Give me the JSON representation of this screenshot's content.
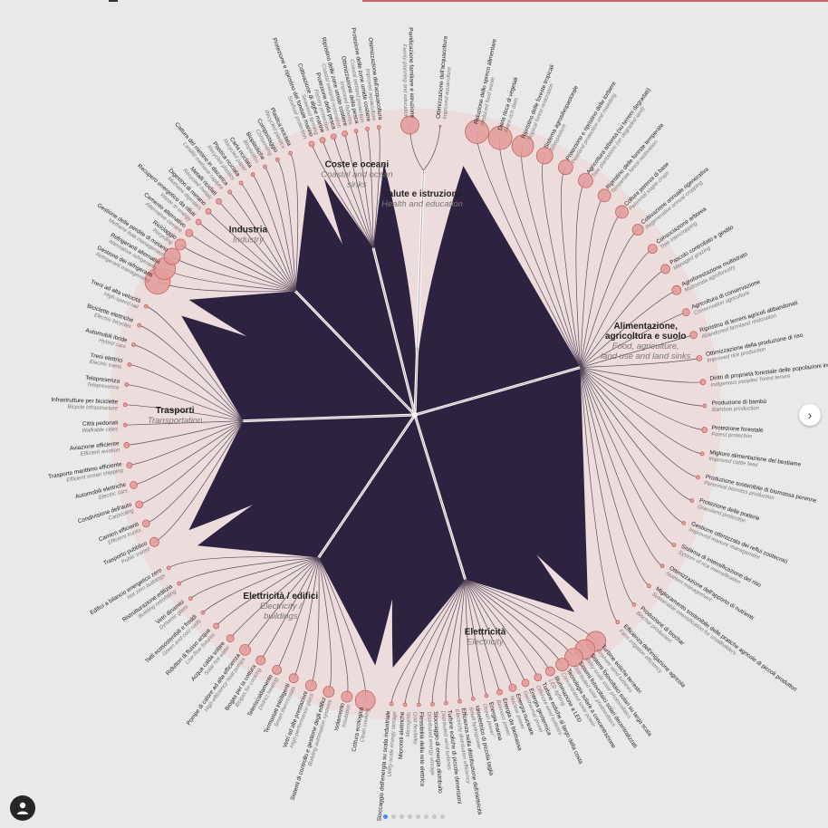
{
  "colors": {
    "background": "#e9e9e9",
    "ring": "#ecdcdc",
    "petal": "#2d2340",
    "node": "#e49a9a",
    "node_edge": "#c7645f",
    "label": "#222222",
    "label_en": "#777777",
    "nav_active": "#3d8bf0"
  },
  "carousel": {
    "arrow": "›",
    "dots_total": 8,
    "active_dot": 0
  },
  "sectors": [
    {
      "it": "Salute e istruzione",
      "en": "Health and education",
      "leaves": [
        {
          "it": "Pianificazione familiare e istruzione",
          "en": "Family planning and education",
          "r": 10
        },
        {
          "it": "Ottimizzazione dell'acquacoltura",
          "en": "Improved aquaculture",
          "r": 1
        }
      ]
    },
    {
      "it": "Alimentazione, agricoltura e suolo",
      "en": "Food, agriculture, land use and land sinks",
      "leaves": [
        {
          "it": "Riduzione dello spreco alimentare",
          "en": "Reduced food waste",
          "r": 13
        },
        {
          "it": "Dieta ricca di vegetali",
          "en": "Plant-rich diets",
          "r": 13
        },
        {
          "it": "Ripristino delle foreste tropicali",
          "en": "Tropical forest restoration",
          "r": 12
        },
        {
          "it": "Sistema agrosilvopastorale",
          "en": "Silvopasture",
          "r": 9
        },
        {
          "it": "Protezione e ripristino delle torbiere",
          "en": "Peatland protection and rewetting",
          "r": 8
        },
        {
          "it": "Agricoltura arborea (su terreni degradati)",
          "en": "Tree plantations (on degraded land)",
          "r": 8
        },
        {
          "it": "Ripristino delle foreste temperate",
          "en": "Temperate forest restoration",
          "r": 7
        },
        {
          "it": "Coltura perenni di base",
          "en": "Perennial staple crops",
          "r": 7
        },
        {
          "it": "Coltivazione annuale rigenerativa",
          "en": "Regenerative annual cropping",
          "r": 6
        },
        {
          "it": "Consociazione arborea",
          "en": "Tree intercropping",
          "r": 5
        },
        {
          "it": "Pascolo controllato e gestito",
          "en": "Managed grazing",
          "r": 5
        },
        {
          "it": "Agroforestazione multistrato",
          "en": "Multistrata agroforestry",
          "r": 5
        },
        {
          "it": "Agricoltura di conservazione",
          "en": "Conservation agriculture",
          "r": 4
        },
        {
          "it": "Ripristino di terreni agricoli abbandonati",
          "en": "Abandoned farmland restoration",
          "r": 4
        },
        {
          "it": "Ottimizzazione della produzione di riso",
          "en": "Improved rice production",
          "r": 3
        },
        {
          "it": "Diritti di proprietà forestale delle popolazioni indigene",
          "en": "Indigenous peoples' forest tenure",
          "r": 3
        },
        {
          "it": "Produzione di bambù",
          "en": "Bamboo production",
          "r": 2
        },
        {
          "it": "Protezione forestale",
          "en": "Forest protection",
          "r": 3
        },
        {
          "it": "Migliore alimentazione del bestiame",
          "en": "Improved cattle feed",
          "r": 2
        },
        {
          "it": "Produzione sostenibile di biomassa perenne",
          "en": "Perennial biomass production",
          "r": 2
        },
        {
          "it": "Protezione delle praterie",
          "en": "Grassland protection",
          "r": 2
        },
        {
          "it": "Gestione ottimizzata dei reflui zootecnici",
          "en": "Improved manure management",
          "r": 2
        },
        {
          "it": "Sistema di intensificazione del riso",
          "en": "System of rice intensification",
          "r": 2
        },
        {
          "it": "Ottimizzazione dell'apporto di nutrienti",
          "en": "Nutrient management",
          "r": 2
        },
        {
          "it": "Miglioramento sostenibile delle pratiche agricole di piccoli produttori",
          "en": "Sustainable intensification for smallholders",
          "r": 2
        },
        {
          "it": "Produzione di biochar",
          "en": "Biochar production",
          "r": 2
        },
        {
          "it": "Efficienza dell'irrigazione agricola",
          "en": "Farm irrigation efficiency",
          "r": 2
        }
      ]
    },
    {
      "it": "Elettricità",
      "en": "Electricity",
      "leaves": [
        {
          "it": "Turbine eoliche terrestri",
          "en": "Onshore wind turbines",
          "r": 11
        },
        {
          "it": "Sistemi fotovoltaici solari su larga scala",
          "en": "Utility-scale solar photovoltaics",
          "r": 11
        },
        {
          "it": "Sistemi fotovoltaici solari decentralizzati",
          "en": "Distributed solar photovoltaics",
          "r": 10
        },
        {
          "it": "Tecnologia solare a concentrazione",
          "en": "Concentrated solar power",
          "r": 7
        },
        {
          "it": "Illuminazione a LED",
          "en": "LED lighting",
          "r": 5
        },
        {
          "it": "Turbine eoliche al largo della costa",
          "en": "Offshore wind turbines",
          "r": 4
        },
        {
          "it": "Energia geotermica",
          "en": "Geothermal power",
          "r": 4
        },
        {
          "it": "Energia nucleare",
          "en": "Nuclear power",
          "r": 4
        },
        {
          "it": "Energia da biomassa",
          "en": "Biomass power",
          "r": 3
        },
        {
          "it": "Energia marina",
          "en": "Ocean power",
          "r": 2
        },
        {
          "it": "Idroelettrico di piccola taglia",
          "en": "Small hydropower",
          "r": 2
        },
        {
          "it": "Efficienza nella distribuzione dell'elettricità",
          "en": "Electricity distribution efficiency",
          "r": 2
        },
        {
          "it": "Turbine eoliche di piccole dimensioni",
          "en": "Distributed wind turbines",
          "r": 2
        },
        {
          "it": "Stoccaggio di energia distribuito",
          "en": "Distributed energy storage",
          "r": 2
        },
        {
          "it": "Flessibilità della rete elettrica",
          "en": "Grid flexibility",
          "r": 2
        },
        {
          "it": "Microreti elettriche",
          "en": "Microgrids",
          "r": 2
        },
        {
          "it": "Stoccaggio dell'energia su scala industriale",
          "en": "Utility-scale energy storage",
          "r": 2
        }
      ]
    },
    {
      "it": "Elettricità / edifici",
      "en": "Electricity / buildings",
      "leaves": [
        {
          "it": "Cottura ecologica",
          "en": "Clean cooking",
          "r": 11
        },
        {
          "it": "Isolamento",
          "en": "Insulation",
          "r": 6
        },
        {
          "it": "Sistemi di controllo e gestione degli edifici",
          "en": "Building automation systems",
          "r": 6
        },
        {
          "it": "Vetri ad alte prestazioni",
          "en": "High-performance glass",
          "r": 6
        },
        {
          "it": "Termostati intelligenti",
          "en": "Smart thermostats",
          "r": 5
        },
        {
          "it": "Teleriscaldamento",
          "en": "District heating",
          "r": 5
        },
        {
          "it": "Biogas per la cottura",
          "en": "Biogas for cooking",
          "r": 5
        },
        {
          "it": "Pompe di calore ad alta efficienza",
          "en": "High-efficiency heat pumps",
          "r": 6
        },
        {
          "it": "Acqua calda solare",
          "en": "Solar hot water",
          "r": 4
        },
        {
          "it": "Riduttori di flusso acqua",
          "en": "Low-flow fixtures",
          "r": 3
        },
        {
          "it": "Tetti ecosostenibili e freddi",
          "en": "Green and cool roofs",
          "r": 2
        },
        {
          "it": "Vetri dinamici",
          "en": "Dynamic glass",
          "r": 2
        },
        {
          "it": "Ristrutturazione edilizia",
          "en": "Building retrofitting",
          "r": 2
        },
        {
          "it": "Edifici a bilancio energetico zero",
          "en": "Net zero buildings",
          "r": 2
        }
      ]
    },
    {
      "it": "Trasporti",
      "en": "Transportation",
      "leaves": [
        {
          "it": "Trasporto pubblico",
          "en": "Public transit",
          "r": 5
        },
        {
          "it": "Camion efficienti",
          "en": "Efficient trucks",
          "r": 4
        },
        {
          "it": "Condivisione dell'auto",
          "en": "Carpooling",
          "r": 4
        },
        {
          "it": "Automobili elettriche",
          "en": "Electric cars",
          "r": 4
        },
        {
          "it": "Trasporto marittimo efficiente",
          "en": "Efficient ocean shipping",
          "r": 3
        },
        {
          "it": "Aviazione efficiente",
          "en": "Efficient aviation",
          "r": 3
        },
        {
          "it": "Città pedonali",
          "en": "Walkable cities",
          "r": 2
        },
        {
          "it": "Infrastrutture per biciclette",
          "en": "Bicycle infrastructure",
          "r": 2
        },
        {
          "it": "Telepresenza",
          "en": "Telepresence",
          "r": 2
        },
        {
          "it": "Treni elettrici",
          "en": "Electric trains",
          "r": 2
        },
        {
          "it": "Automobili ibride",
          "en": "Hybrid cars",
          "r": 2
        },
        {
          "it": "Biciclette elettriche",
          "en": "Electric bicycles",
          "r": 2
        },
        {
          "it": "Treni ad alta velocità",
          "en": "High-speed rail",
          "r": 2
        }
      ]
    },
    {
      "it": "Industria",
      "en": "Industry",
      "leaves": [
        {
          "it": "Gestione dei refrigeranti",
          "en": "Refrigerant management",
          "r": 14
        },
        {
          "it": "Refrigeranti alternativi",
          "en": "Alternative refrigerants",
          "r": 12
        },
        {
          "it": "Gestione delle perdite di metano",
          "en": "Methane leak management",
          "r": 9
        },
        {
          "it": "Riciclaggio",
          "en": "Recycling",
          "r": 6
        },
        {
          "it": "Cemento alternativo",
          "en": "Alternative cement",
          "r": 4
        },
        {
          "it": "Recupero energetico da rifiuti",
          "en": "Waste to energy",
          "r": 3
        },
        {
          "it": "Digestori di metano",
          "en": "Methane digesters",
          "r": 3
        },
        {
          "it": "Metalli riciclati",
          "en": "Recycled metals",
          "r": 3
        },
        {
          "it": "Cattura del metano in discarica",
          "en": "Landfill methane capture",
          "r": 2
        },
        {
          "it": "Plastica riciclata",
          "en": "Recycled plastics",
          "r": 2
        },
        {
          "it": "Carta riciclata",
          "en": "Recycled paper",
          "r": 2
        },
        {
          "it": "Bioplastiche",
          "en": "Bioplastics",
          "r": 2
        },
        {
          "it": "Compostaggio",
          "en": "Composting",
          "r": 2
        },
        {
          "it": "Plastica riciclata",
          "en": "Recycled plastics",
          "r": 2
        }
      ]
    },
    {
      "it": "Coste e oceani",
      "en": "Coastal and ocean sinks",
      "leaves": [
        {
          "it": "Protezione e ripristino del fondale marino",
          "en": "Seafloor protection",
          "r": 3
        },
        {
          "it": "Coltivazione di alghe marine",
          "en": "Seaweed farming",
          "r": 3
        },
        {
          "it": "Protezione della pesca",
          "en": "Fishery protection",
          "r": 3
        },
        {
          "it": "Ripristino delle zone umide costiere",
          "en": "Coastal wetland restoration",
          "r": 3
        },
        {
          "it": "Ottimizzazione della pesca",
          "en": "Improved fisheries",
          "r": 2
        },
        {
          "it": "Protezione delle zone umide costiere",
          "en": "Coastal wetland protection",
          "r": 2
        },
        {
          "it": "Ottimizzazione dell'acquacoltura",
          "en": "Improved aquaculture",
          "r": 2
        }
      ]
    }
  ]
}
